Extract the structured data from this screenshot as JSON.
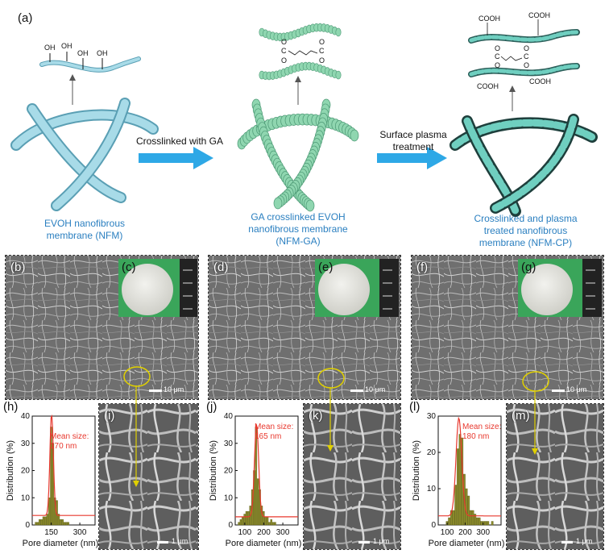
{
  "labels": {
    "a": "(a)",
    "b": "(b)",
    "c": "(c)",
    "d": "(d)",
    "e": "(e)",
    "f": "(f)",
    "g": "(g)",
    "h": "(h)",
    "i": "(i)",
    "j": "(j)",
    "k": "(k)",
    "l": "(l)",
    "m": "(m)"
  },
  "scheme": {
    "chem_oh": "OH",
    "chem_cooh": "COOH",
    "chem_o": "O",
    "chem_c": "C",
    "arrow1_label": "Crosslinked with GA",
    "arrow2_label_line1": "Surface plasma",
    "arrow2_label_line2": "treatment",
    "caption1_line1": "EVOH nanofibrous",
    "caption1_line2": "membrane (NFM)",
    "caption2_line1": "GA crosslinked EVOH",
    "caption2_line2": "nanofibrous membrane",
    "caption2_line3": "(NFM-GA)",
    "caption3_line1": "Crosslinked and plasma",
    "caption3_line2": "treated nanofibrous",
    "caption3_line3": "membrane (NFM-CP)"
  },
  "sem": {
    "scale_large": "10 μm",
    "scale_small": "1 μm"
  },
  "colors": {
    "caption_blue": "#2a7fc0",
    "arrow_blue": "#2ea8e6",
    "fiber_nfm": "#a8dbe8",
    "fiber_ga": "#8fd6b0",
    "fiber_cp": "#6fcfc0",
    "bar_fill": "#8a8a2a",
    "fit_line": "#e8382e",
    "mean_text": "#e8382e"
  },
  "chart_data": [
    {
      "type": "bar",
      "panel": "(h)",
      "mean_label_line1": "Mean size:",
      "mean_label_line2": "170 nm",
      "xlabel": "Pore diameter (nm)",
      "ylabel": "Distribution (%)",
      "xlim": [
        50,
        380
      ],
      "ylim": [
        0,
        40
      ],
      "xticks": [
        "150",
        "300"
      ],
      "yticks": [
        "0",
        "10",
        "20",
        "30",
        "40"
      ],
      "bin_width": 10,
      "x": [
        70,
        80,
        90,
        100,
        110,
        120,
        130,
        140,
        150,
        160,
        170,
        180,
        190,
        200,
        210,
        220,
        230,
        240
      ],
      "values": [
        1,
        1,
        2,
        2,
        3,
        3,
        4,
        10,
        36,
        30,
        10,
        9,
        4,
        2,
        2,
        1,
        1,
        1
      ],
      "fit_mean": 152,
      "fit_sigma": 9,
      "fit_peak": 38,
      "fit_baseline": 3.5
    },
    {
      "type": "bar",
      "panel": "(j)",
      "mean_label_line1": "Mean size:",
      "mean_label_line2": "165 nm",
      "xlabel": "Pore diameter (nm)",
      "ylabel": "Distribution (%)",
      "xlim": [
        50,
        380
      ],
      "ylim": [
        0,
        40
      ],
      "xticks": [
        "100",
        "200",
        "300"
      ],
      "yticks": [
        "0",
        "10",
        "20",
        "30",
        "40"
      ],
      "bin_width": 10,
      "x": [
        70,
        80,
        90,
        100,
        110,
        120,
        130,
        140,
        150,
        160,
        170,
        180,
        190,
        200,
        210,
        220,
        230,
        240,
        250,
        260
      ],
      "values": [
        1,
        2,
        3,
        4,
        5,
        5,
        7,
        13,
        20,
        36,
        17,
        13,
        7,
        5,
        3,
        3,
        1,
        2,
        1,
        1
      ],
      "fit_mean": 162,
      "fit_sigma": 11,
      "fit_peak": 34,
      "fit_baseline": 3
    },
    {
      "type": "bar",
      "panel": "(l)",
      "mean_label_line1": "Mean size:",
      "mean_label_line2": "180 nm",
      "xlabel": "Pore diameter (nm)",
      "ylabel": "Distribution (%)",
      "xlim": [
        50,
        400
      ],
      "ylim": [
        0,
        30
      ],
      "xticks": [
        "100",
        "200",
        "300"
      ],
      "yticks": [
        "0",
        "10",
        "20",
        "30"
      ],
      "bin_width": 12,
      "x": [
        100,
        112,
        124,
        136,
        148,
        160,
        172,
        184,
        196,
        208,
        220,
        232,
        244,
        256,
        268,
        280,
        292,
        304,
        316,
        328,
        340,
        352
      ],
      "values": [
        1,
        2,
        4,
        4,
        11,
        21,
        25,
        24,
        14,
        10,
        8,
        4,
        4,
        3,
        2,
        2,
        1,
        1,
        1,
        1,
        0,
        1
      ],
      "fit_mean": 165,
      "fit_sigma": 16,
      "fit_peak": 27,
      "fit_baseline": 2.5
    }
  ]
}
